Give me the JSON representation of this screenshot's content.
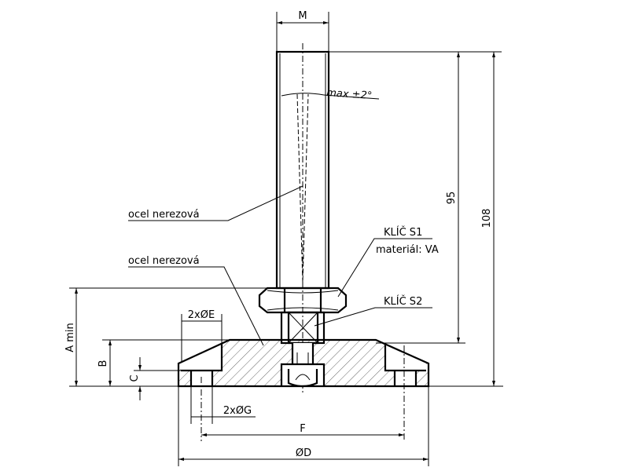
{
  "dimensions": {
    "thread": "M",
    "length_95": "95",
    "length_108": "108",
    "a_min": "A min",
    "b": "B",
    "c": "C",
    "holes_e": "2xØE",
    "holes_g": "2xØG",
    "f": "F",
    "diameter_d": "ØD",
    "tilt": "max ±2°"
  },
  "labels": {
    "stem_material": "ocel nerezová",
    "base_material": "ocel nerezová",
    "key_s1": "KLÍČ S1",
    "key_s1_material": "materiál: VA",
    "key_s2": "KLÍČ S2"
  }
}
